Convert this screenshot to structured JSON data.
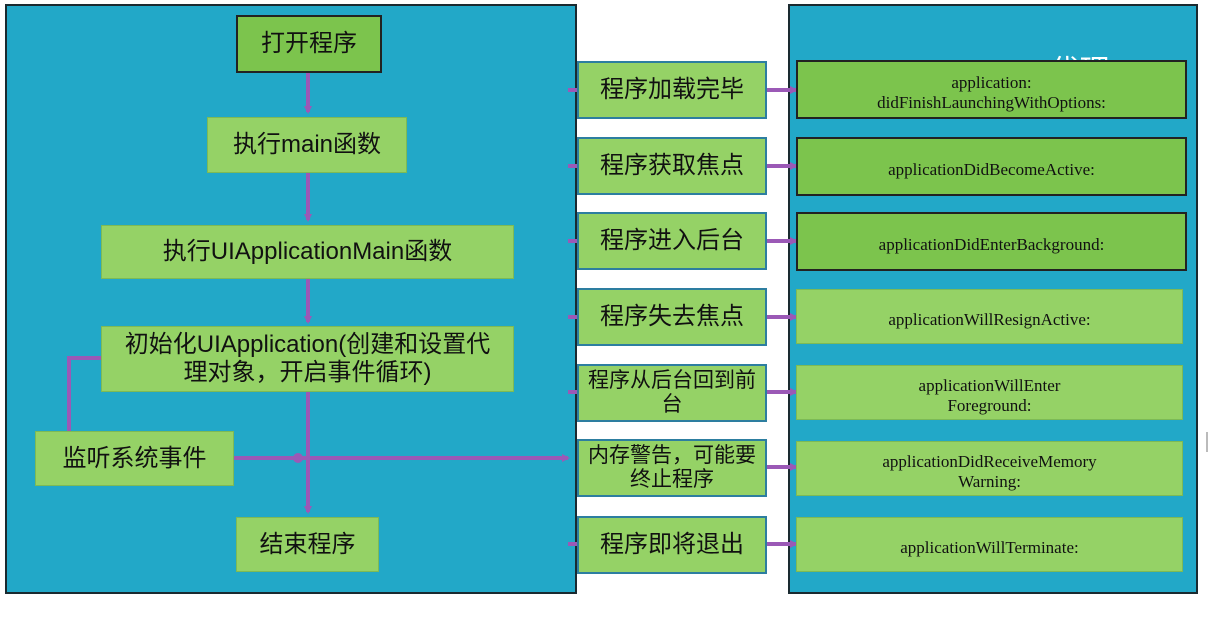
{
  "left": {
    "open_program": "打开程序",
    "exec_main": "执行main函数",
    "exec_uiapp_main": "执行UIApplicationMain函数",
    "init_uiapp_line1": "初始化UIApplication(创建和设置代",
    "init_uiapp_line2": "理对象，开启事件循环)",
    "listen_events": "监听系统事件",
    "end_program": "结束程序"
  },
  "right_panel": {
    "title": "UIApplication代理"
  },
  "events": [
    {
      "label": "程序加载完毕",
      "delegate_line1": "application:",
      "delegate_line2": "didFinishLaunchingWithOptions:"
    },
    {
      "label": "程序获取焦点",
      "delegate_line1": "applicationDidBecomeActive:",
      "delegate_line2": ""
    },
    {
      "label": "程序进入后台",
      "delegate_line1": "applicationDidEnterBackground:",
      "delegate_line2": ""
    },
    {
      "label": "程序失去焦点",
      "delegate_line1": "applicationWillResignActive:",
      "delegate_line2": ""
    },
    {
      "label_line1": "程序从后台回到前",
      "label_line2": "台",
      "delegate_line1": "applicationWillEnter",
      "delegate_line2": "Foreground:"
    },
    {
      "label_line1": "内存警告，可能要",
      "label_line2": "终止程序",
      "delegate_line1": "applicationDidReceiveMemory",
      "delegate_line2": "Warning:"
    },
    {
      "label": "程序即将退出",
      "delegate_line1": "applicationWillTerminate:",
      "delegate_line2": ""
    }
  ],
  "colors": {
    "panel": "#22a8c8",
    "box": "#95d266",
    "box_dark": "#7cc44d",
    "arrow": "#9b59b6"
  }
}
